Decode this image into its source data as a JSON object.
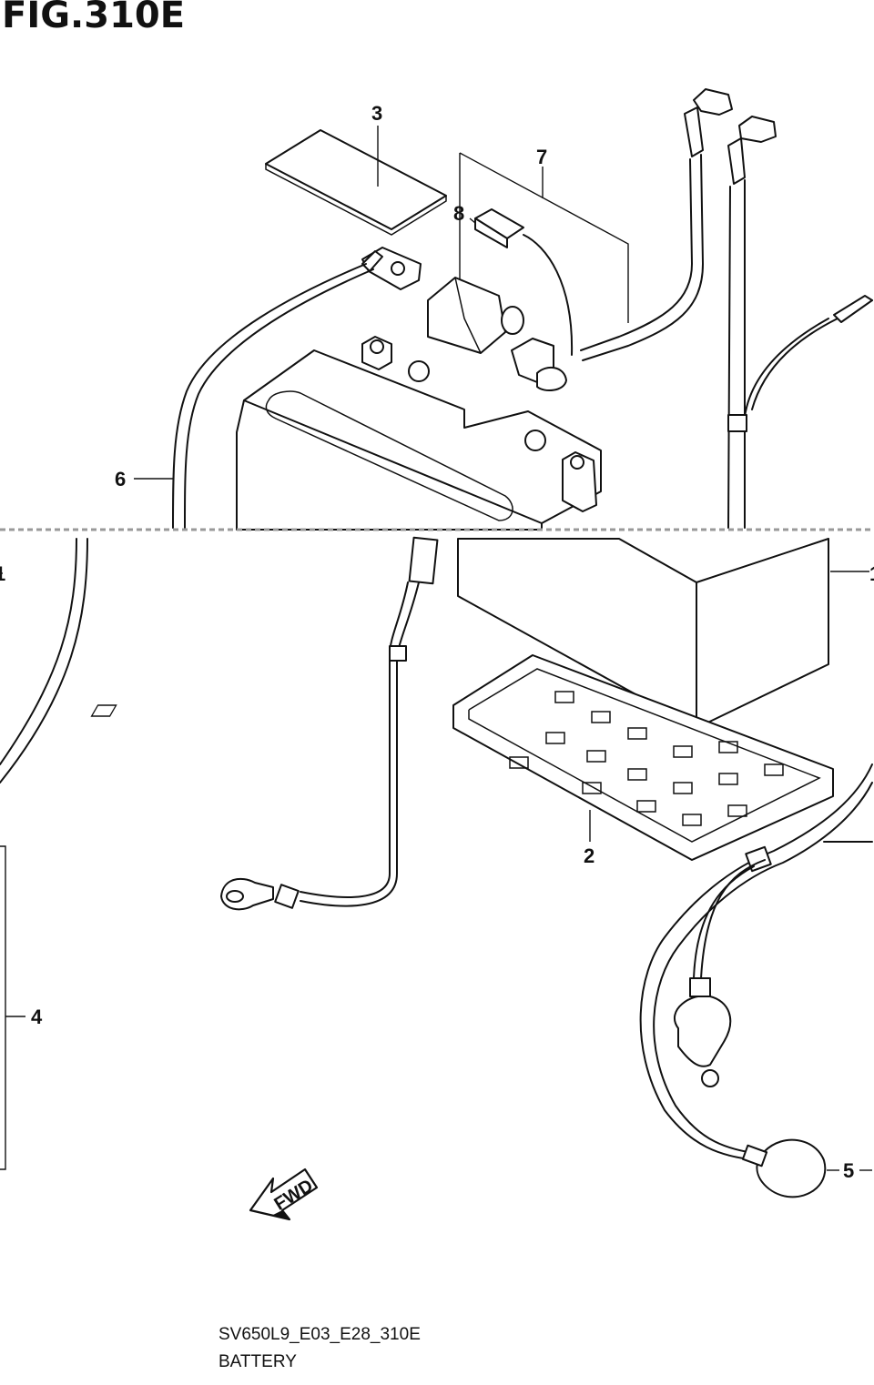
{
  "figure": {
    "title": "FIG.310E",
    "code": "SV650L9_E03_E28_310E",
    "name": "BATTERY"
  },
  "callouts": {
    "c1": "1",
    "c1_right": "1",
    "c2": "2",
    "c3": "3",
    "c4": "4",
    "c5": "5",
    "c6": "6",
    "c7": "7",
    "c8": "8"
  },
  "direction_arrow": {
    "label": "FWD"
  }
}
